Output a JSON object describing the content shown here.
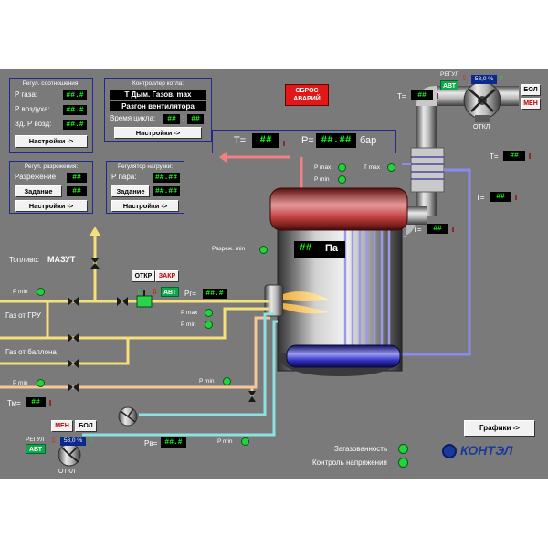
{
  "panels": {
    "ratio": {
      "title": "Регул. соотношения:",
      "gas_label": "Р газа:",
      "gas_value": "##.#",
      "air_label": "Р воздуха:",
      "air_value": "##.#",
      "set_label": "Зд. Р возд:",
      "set_value": "##.#",
      "settings_btn": "Настройки ->"
    },
    "boiler_controller": {
      "title": "Контроллер котла:",
      "line1": "Т Дым. Газов. max",
      "line2": "Разгон вентилятора",
      "cycle_label": "Время цикла:",
      "cycle_min": "##",
      "cycle_sep": ":",
      "cycle_sec": "##",
      "settings_btn": "Настройки ->"
    },
    "vacuum": {
      "title": "Регул. разрежения:",
      "vac_label": "Разрежение",
      "vac_value": "##",
      "task_btn": "Задание",
      "task_value": "##",
      "settings_btn": "Настройки ->"
    },
    "load": {
      "title": "Регулятор нагрузки:",
      "steam_label": "Р пара:",
      "steam_value": "##.##",
      "task_btn": "Задание",
      "task_value": "##.##",
      "settings_btn": "Настройки ->"
    }
  },
  "reset_alarms": {
    "line1": "СБРОС",
    "line2": "АВАРИЙ"
  },
  "steam_out": {
    "t_label": "T=",
    "t_value": "##",
    "p_label": "P=",
    "p_value": "##.##",
    "p_unit": "бар"
  },
  "drum": {
    "pmax": "P max",
    "pmin": "P min",
    "tmax": "T max"
  },
  "vacuum_min": {
    "label": "Разреж. min",
    "value": "##",
    "unit": "Па"
  },
  "fuel": {
    "label": "Топливо:",
    "value": "МАЗУТ"
  },
  "valve_ctrl": {
    "open": "ОТКР",
    "close": "ЗАКР",
    "mode": "АВТ",
    "pr_label": "Рг=",
    "pr_value": "##.#"
  },
  "lines": {
    "pmin_top": "P min",
    "gas_gru": "Газ от ГРУ",
    "gas_bottle": "Газ от баллона",
    "pmin_oil": "P min",
    "pmin_oil_right": "P min",
    "tm_label": "Тм=",
    "tm_value": "##",
    "burner_pmax": "P max",
    "burner_pmin": "P min",
    "pv_label": "Рв=",
    "pv_value": "##.#",
    "pmin_air": "P min"
  },
  "smoke_fan": {
    "reg_label": "РЕГУЛ",
    "mode": "АВТ",
    "percent": "58,0 %",
    "bol": "БОЛ",
    "men": "МЕН",
    "label": "ОТКЛ"
  },
  "air_fan": {
    "reg_label": "РЕГУЛ",
    "mode": "АВТ",
    "percent": "58,0 %",
    "bol": "БОЛ",
    "men": "МЕН",
    "label": "ОТКЛ"
  },
  "flue": {
    "t1_label": "T=",
    "t1_value": "##",
    "t2_label": "T=",
    "t2_value": "##",
    "t3_label": "T=",
    "t3_value": "##",
    "t4_label": "T=",
    "t4_value": "##"
  },
  "status": {
    "gas": "Загазованность",
    "voltage": "Контроль напряжения"
  },
  "graphs_btn": "Графики ->",
  "logo": {
    "text": "КОНТЭЛ"
  },
  "colors": {
    "background": "#7a7a7a",
    "value_text": "#19ff19",
    "panel_border": "#1e2a8c",
    "steam_pipe": "#f28080",
    "fuel_pipe": "#f5e07a",
    "oil_pipe": "#f5c79a",
    "air_pipe": "#8fe0e0",
    "water_pipe": "#8a8af0"
  }
}
